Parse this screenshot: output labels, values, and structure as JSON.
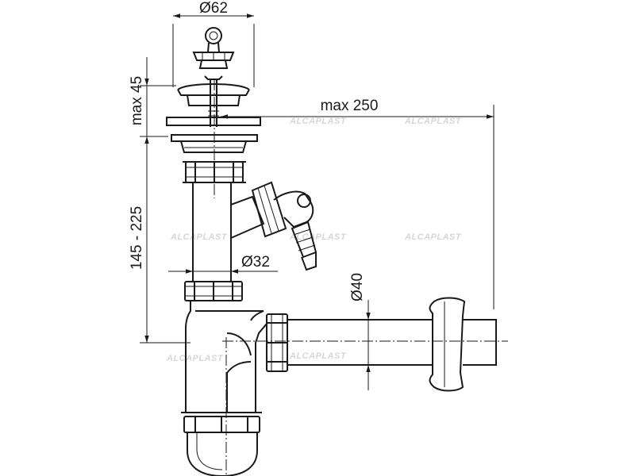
{
  "dimensions": {
    "top_diameter": "Ø62",
    "max_height": "max 45",
    "max_length": "max 250",
    "height_range": "145 - 225",
    "pipe_diameter": "Ø32",
    "outlet_diameter": "Ø40"
  },
  "watermark": "ALCAPLAST",
  "colors": {
    "line": "#1a1a1a",
    "watermark": "#d6d6d6",
    "background": "#ffffff"
  }
}
